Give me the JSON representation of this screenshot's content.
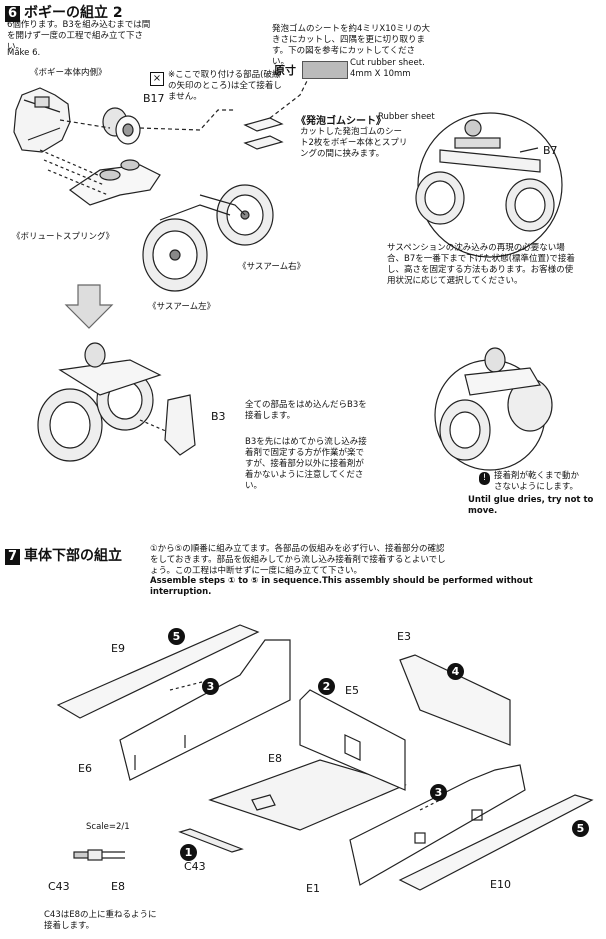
{
  "step6": {
    "num": "6",
    "title": "ボギーの組立 2",
    "intro_jp": "6個作ります。B3を組み込むまでは間を開けず一度の工程で組み立て下さい。",
    "make_en": "Make 6.",
    "label_bogie_inner": "《ボギー本体内側》",
    "note_no_glue": "※ここで取り付ける部品(破線の矢印のところ)は全て接着しません。",
    "part_b17": "B17",
    "rubber_note_jp": "発泡ゴムのシートを約4ミリX10ミリの大きさにカットし、四隅を更に切り取ります。下の図を参考にカットしてください。",
    "actual_size_label": "原寸",
    "cut_rubber_en": "Cut rubber sheet.",
    "cut_rubber_size": "4mm X 10mm",
    "rubber_sheet_jp": "《発泡ゴムシート》",
    "rubber_sheet_en": "Rubber sheet",
    "rubber_cut_note": "カットした発泡ゴムのシート2枚をボギー本体とスプリングの間に挟みます。",
    "part_b7": "B7",
    "volute_spring": "《ボリュートスプリング》",
    "sus_arm_right": "《サスアーム右》",
    "sus_arm_left": "《サスアーム左》",
    "suspension_note": "サスペンションの沈み込みの再現の必要ない場合、B7を一番下まで下げた状態(標準位置)で接着し、高さを固定する方法もあります。お客様の使用状況に応じて選択してください。",
    "b3_note1": "全ての部品をはめ込んだらB3を接着します。",
    "part_b3": "B3",
    "b3_note2": "B3を先にはめてから流し込み接着剤で固定する方が作業が楽ですが、接着部分以外に接着剤が着かないように注意してください。",
    "dry_note_jp": "接着剤が乾くまで動かさないようにします。",
    "dry_note_en": "Until glue dries, try not to move."
  },
  "step7": {
    "num": "7",
    "title": "車体下部の組立",
    "intro_jp": "①から⑤の順番に組み立てます。各部品の仮組みを必ず行い、接着部分の確認をしておきます。部品を仮組みしてから流し込み接着剤で接着するとよいでしょう。この工程は中断せずに一度に組み立てて下さい。",
    "intro_en": "Assemble steps ① to ⑤ in sequence.This assembly should be performed without interruption.",
    "parts": {
      "e9": "E9",
      "e6": "E6",
      "e8": "E8",
      "c43": "C43",
      "e5": "E5",
      "e3": "E3",
      "e1": "E1",
      "e10": "E10"
    },
    "steps": {
      "s1": "1",
      "s2": "2",
      "s3": "3",
      "s3b": "3",
      "s4": "4",
      "s5": "5",
      "s5b": "5"
    },
    "scale": "Scale=2/1",
    "c43_note": "C43はE8の上に重ねるように接着します。"
  }
}
